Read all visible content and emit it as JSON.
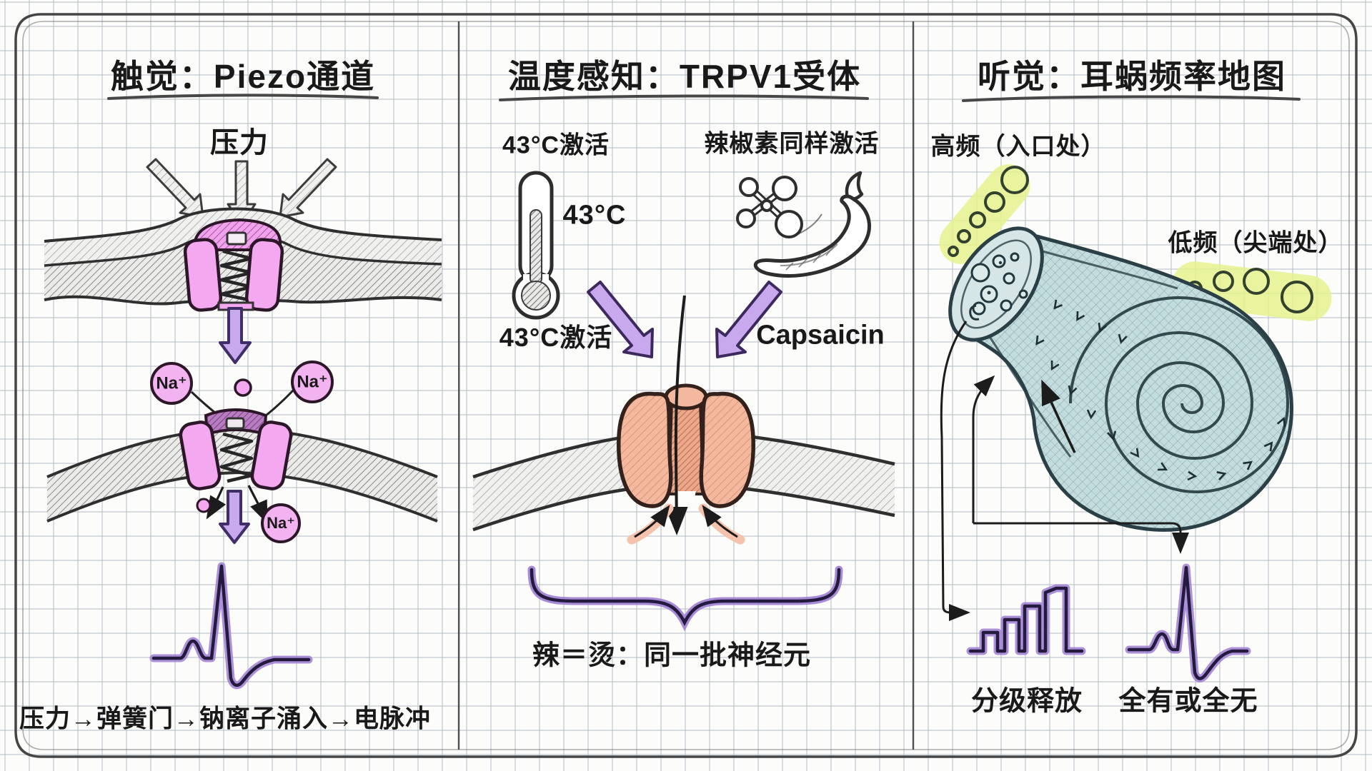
{
  "figure": {
    "kind": "hand-drawn biology infographic on graph paper",
    "language": "zh-CN"
  },
  "colors": {
    "channel_pink": "#f3a8ef",
    "arrow_purple": "#c9a9ee",
    "waveform_purple": "#9d7ed2",
    "trpv1_salmon": "#f4b89e",
    "cochlea_teal": "#c3dcdd",
    "highlight_yellow_green": "#e6f28d",
    "ink": "#2f2f2f"
  },
  "panels": {
    "touch": {
      "title": "触觉：Piezo通道",
      "pressure_label": "压力",
      "ion_label": "Na⁺",
      "caption": "压力→弹簧门→钠离子涌入→电脉冲"
    },
    "temperature": {
      "title": "温度感知：TRPV1受体",
      "heat_heading": "43°C激活",
      "thermometer_reading": "43°C",
      "capsaicin_heading": "辣椒素同样激活",
      "heat_arrow_label": "43°C激活",
      "capsaicin_arrow_label": "Capsaicin",
      "caption": "辣＝烫：同一批神经元"
    },
    "hearing": {
      "title": "听觉：耳蜗频率地图",
      "high_freq_label": "高频（入口处）",
      "low_freq_label": "低频（尖端处）",
      "graded_release_label": "分级释放",
      "all_or_none_label": "全有或全无"
    }
  }
}
